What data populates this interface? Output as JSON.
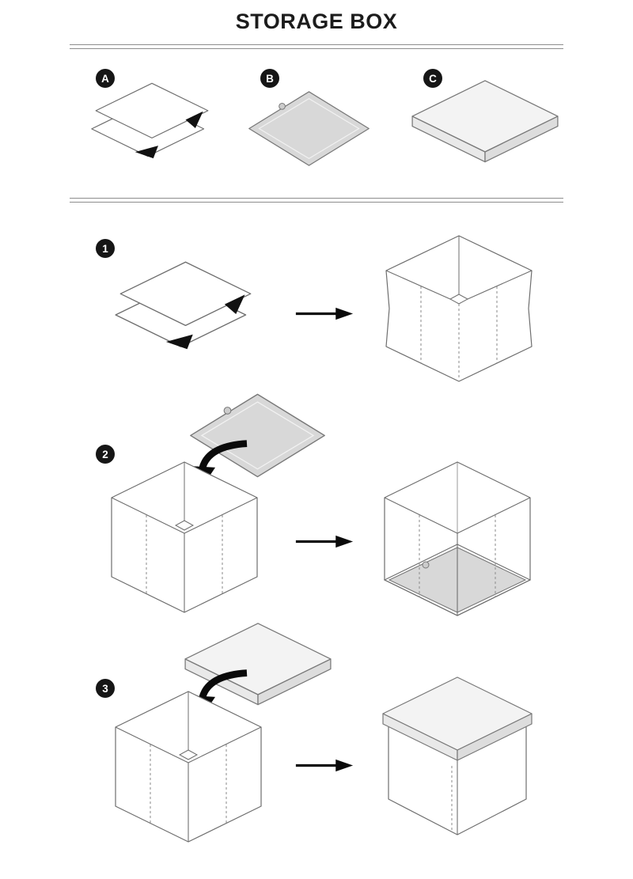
{
  "title": "STORAGE BOX",
  "parts": [
    {
      "label": "A"
    },
    {
      "label": "B"
    },
    {
      "label": "C"
    }
  ],
  "steps": [
    {
      "number": "1"
    },
    {
      "number": "2"
    },
    {
      "number": "3"
    }
  ],
  "icons": {
    "arrow_right": "straight black arrow pointing right",
    "insert_arrow": "thick curved black arrow pointing down into box",
    "fold_arrow": "black wedge fold indicator"
  },
  "colors": {
    "line": "#6e6e6e",
    "badge_bg": "#161616",
    "badge_text": "#ffffff",
    "panel_fill": "#d8d8d8",
    "lid_top_fill": "#f3f3f3",
    "lid_side_fill": "#e0e0e0",
    "separator": "#8d8d8d",
    "arrow": "#0a0a0a",
    "dashed_line": "#8a8a8a"
  }
}
